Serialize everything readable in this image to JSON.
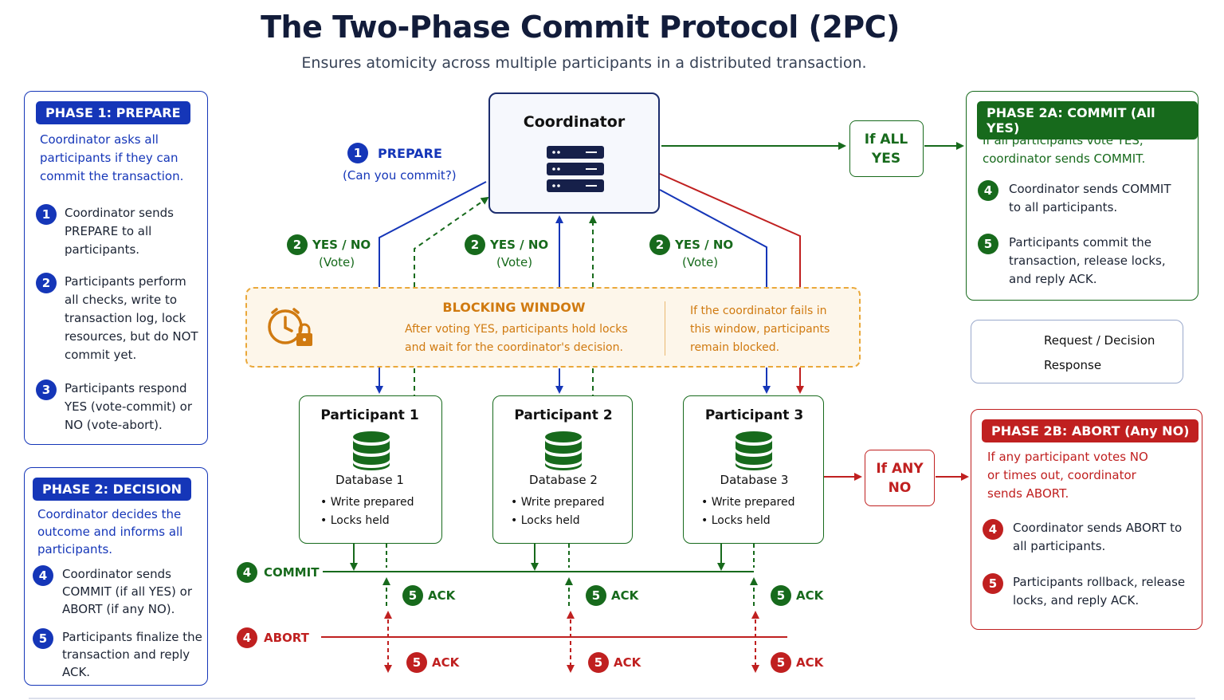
{
  "title": "The Two-Phase Commit Protocol (2PC)",
  "subtitle": "Ensures atomicity across multiple participants in a distributed transaction.",
  "colors": {
    "blue": "#1536b8",
    "green": "#176a1c",
    "red": "#c02020",
    "orange": "#d07a10"
  },
  "phase1": {
    "header": "PHASE 1: PREPARE",
    "desc": "Coordinator asks all participants if they can commit the transaction.",
    "steps": [
      {
        "n": "1",
        "text": "Coordinator sends PREPARE to all participants."
      },
      {
        "n": "2",
        "text": "Participants perform all checks, write to transaction log, lock resources, but do NOT commit yet."
      },
      {
        "n": "3",
        "text": "Participants respond YES (vote-commit) or NO (vote-abort)."
      }
    ]
  },
  "phase2": {
    "header": "PHASE 2: DECISION",
    "desc": "Coordinator decides the outcome and informs all participants.",
    "steps": [
      {
        "n": "4",
        "text": "Coordinator sends COMMIT (if all YES) or ABORT (if any NO)."
      },
      {
        "n": "5",
        "text": "Participants finalize the transaction and reply ACK."
      }
    ]
  },
  "coordinator": {
    "title": "Coordinator",
    "icon": "server-icon"
  },
  "prepare": {
    "n": "1",
    "label": "PREPARE",
    "sub": "(Can you commit?)"
  },
  "votes": [
    {
      "n": "2",
      "label": "YES / NO",
      "sub": "(Vote)"
    },
    {
      "n": "2",
      "label": "YES / NO",
      "sub": "(Vote)"
    },
    {
      "n": "2",
      "label": "YES / NO",
      "sub": "(Vote)"
    }
  ],
  "blocking": {
    "title": "BLOCKING WINDOW",
    "text": "After voting YES, participants hold locks and wait for the coordinator's decision.",
    "note": "If the coordinator fails in this window, participants remain blocked.",
    "icon": "clock-lock-icon"
  },
  "participants": [
    {
      "title": "Participant 1",
      "db": "Database 1",
      "items": [
        "Write prepared",
        "Locks held"
      ]
    },
    {
      "title": "Participant 2",
      "db": "Database 2",
      "items": [
        "Write prepared",
        "Locks held"
      ]
    },
    {
      "title": "Participant 3",
      "db": "Database 3",
      "items": [
        "Write prepared",
        "Locks held"
      ]
    }
  ],
  "commit_line": {
    "n": "4",
    "label": "COMMIT"
  },
  "abort_line": {
    "n": "4",
    "label": "ABORT"
  },
  "ack": {
    "n": "5",
    "label": "ACK"
  },
  "if_all_yes": "If ALL YES",
  "if_any_no": "If ANY NO",
  "phase2a": {
    "header": "PHASE 2A: COMMIT (All YES)",
    "desc": "If all participants vote YES, coordinator sends COMMIT.",
    "steps": [
      {
        "n": "4",
        "text": "Coordinator sends COMMIT to all participants."
      },
      {
        "n": "5",
        "text": "Participants commit the transaction, release locks, and reply ACK."
      }
    ]
  },
  "phase2b": {
    "header": "PHASE 2B: ABORT (Any NO)",
    "desc": "If any participant votes NO or times out, coordinator sends ABORT.",
    "steps": [
      {
        "n": "4",
        "text": "Coordinator sends ABORT to all participants."
      },
      {
        "n": "5",
        "text": "Participants rollback, release locks, and reply ACK."
      }
    ]
  },
  "legend": {
    "request": "Request / Decision",
    "response": "Response"
  }
}
